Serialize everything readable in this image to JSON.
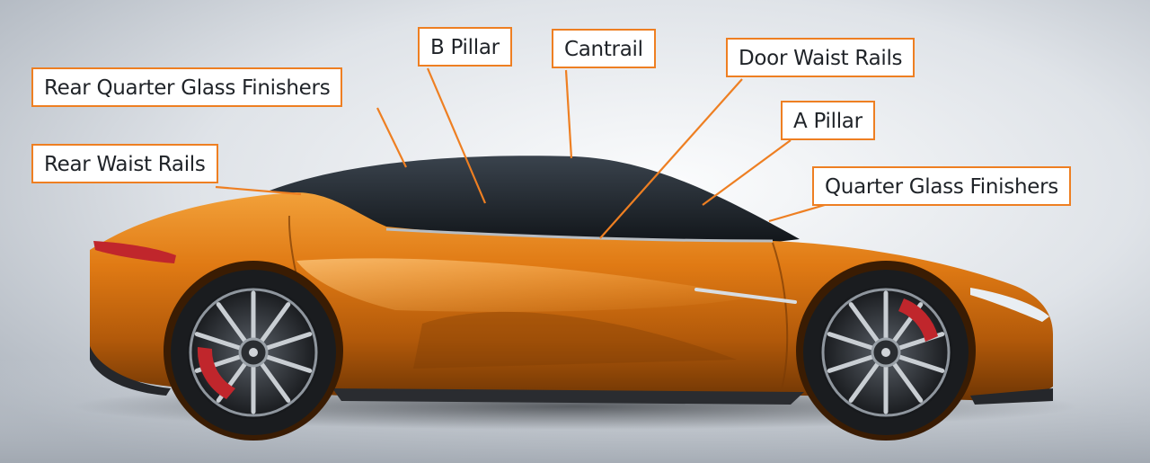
{
  "callouts": [
    {
      "id": "rear-quarter-glass-finishers",
      "label": "Rear Quarter Glass Finishers"
    },
    {
      "id": "rear-waist-rails",
      "label": "Rear Waist Rails"
    },
    {
      "id": "b-pillar",
      "label": "B Pillar"
    },
    {
      "id": "cantrail",
      "label": "Cantrail"
    },
    {
      "id": "door-waist-rails",
      "label": "Door Waist Rails"
    },
    {
      "id": "a-pillar",
      "label": "A Pillar"
    },
    {
      "id": "quarter-glass-finishers",
      "label": "Quarter Glass Finishers"
    }
  ],
  "colors": {
    "accent": "#ee7f22",
    "car_body": "#e07a14",
    "glass": "#1c232b",
    "tyre": "#1a1c1f",
    "brake_caliper": "#c0262c",
    "background": "#e6e9ee"
  },
  "image": {
    "subject": "orange sports coupe side view",
    "icons": [
      "car-illustration",
      "rear-wheel-icon",
      "front-wheel-icon"
    ]
  }
}
